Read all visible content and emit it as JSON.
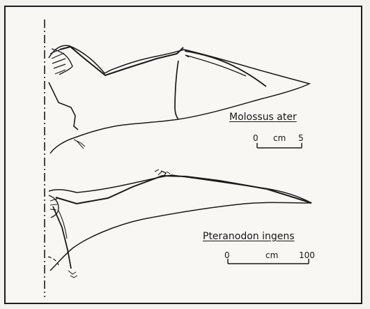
{
  "figure": {
    "panels": [
      {
        "species_label": "Molossus ater",
        "scale": {
          "start": "0",
          "unit": "cm",
          "end": "5"
        }
      },
      {
        "species_label": "Pteranodon ingens",
        "scale": {
          "start": "0",
          "unit": "cm",
          "end": "100"
        }
      }
    ]
  },
  "colors": {
    "ink": "#161616",
    "paper": "#f8f7f3",
    "outer_background": "#f4f2ee"
  }
}
